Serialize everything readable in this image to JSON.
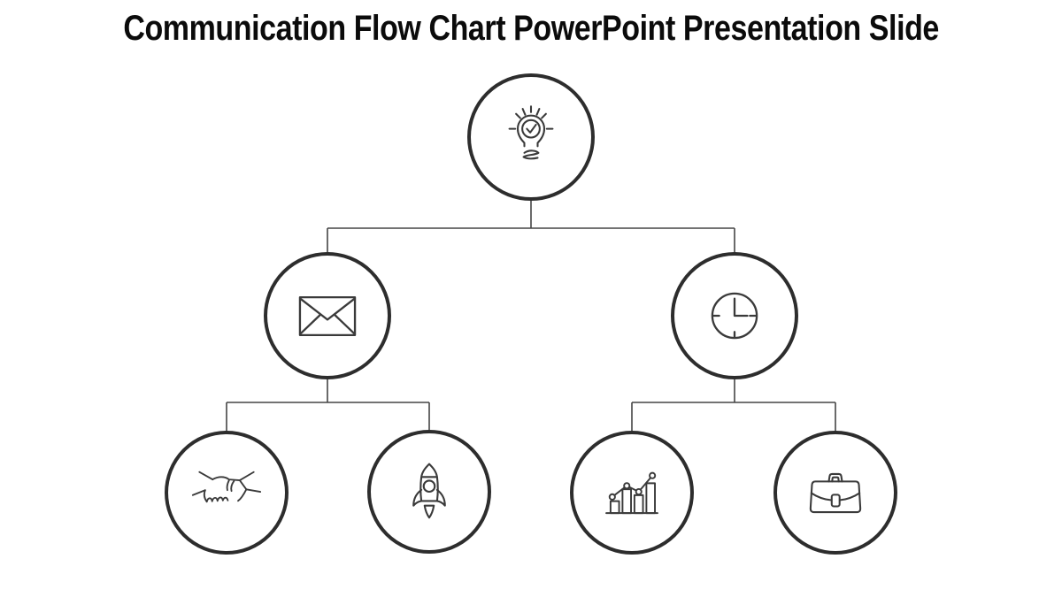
{
  "slide": {
    "title": "Communication Flow Chart PowerPoint Presentation Slide"
  },
  "diagram": {
    "type": "tree",
    "levels": 3,
    "nodes": [
      {
        "id": "idea",
        "icon": "lightbulb-check-icon",
        "parent": null,
        "level": 1
      },
      {
        "id": "email",
        "icon": "envelope-icon",
        "parent": "idea",
        "level": 2
      },
      {
        "id": "time",
        "icon": "clock-icon",
        "parent": "idea",
        "level": 2
      },
      {
        "id": "partnership",
        "icon": "handshake-icon",
        "parent": "email",
        "level": 3
      },
      {
        "id": "launch",
        "icon": "rocket-icon",
        "parent": "email",
        "level": 3
      },
      {
        "id": "growth",
        "icon": "bar-chart-trend-icon",
        "parent": "time",
        "level": 3
      },
      {
        "id": "business",
        "icon": "briefcase-icon",
        "parent": "time",
        "level": 3
      }
    ],
    "edges": [
      {
        "from": "idea",
        "to": "email"
      },
      {
        "from": "idea",
        "to": "time"
      },
      {
        "from": "email",
        "to": "partnership"
      },
      {
        "from": "email",
        "to": "launch"
      },
      {
        "from": "time",
        "to": "growth"
      },
      {
        "from": "time",
        "to": "business"
      }
    ]
  },
  "colors": {
    "background": "#ffffff",
    "title_text": "#0b0b0b",
    "node_border": "#2d2d2d",
    "connector_line": "#454545",
    "icon_stroke": "#3a3a3a"
  }
}
